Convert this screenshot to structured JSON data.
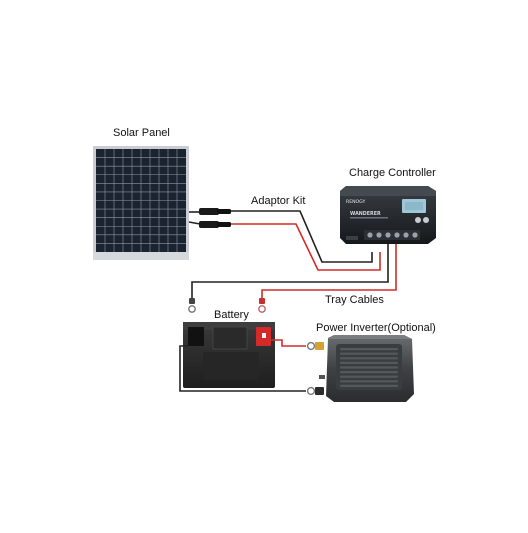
{
  "labels": {
    "solar_panel": "Solar Panel",
    "charge_controller": "Charge Controller",
    "adaptor_kit": "Adaptor Kit",
    "tray_cables": "Tray Cables",
    "battery": "Battery",
    "power_inverter": "Power Inverter(Optional)"
  },
  "controller": {
    "brand": "RENOGY",
    "model": "WANDERER"
  },
  "colors": {
    "positive_wire": "#d42a2a",
    "negative_wire": "#222222",
    "panel_cells": "#1c2330",
    "panel_frame": "#c9ccd0",
    "controller_body": "#23272c",
    "controller_screen": "#9fc7d8",
    "battery_body": "#2e2e2e",
    "inverter_body": "#4a4d50"
  },
  "panel_grid": {
    "columns": 10,
    "rows": 12
  }
}
